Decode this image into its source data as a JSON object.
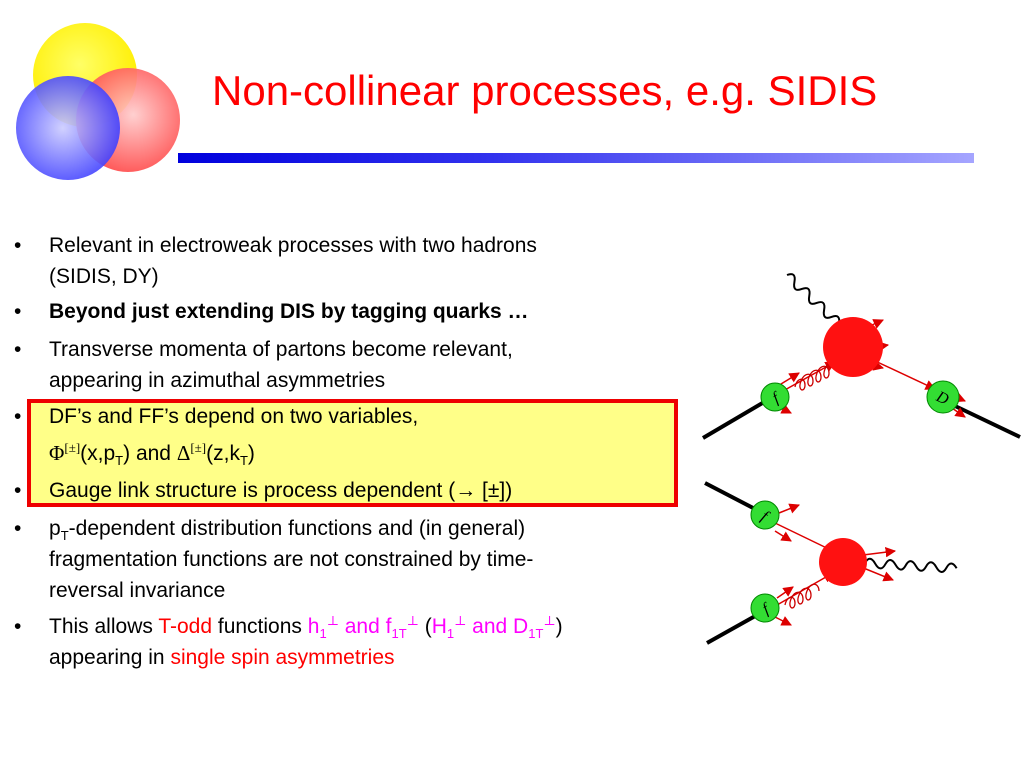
{
  "title": "Non-collinear processes, e.g. SIDIS",
  "bullet_symbol": "•",
  "b1": {
    "line1": "Relevant in electroweak processes with two hadrons",
    "line2": "(SIDIS, DY)"
  },
  "b2": {
    "text": "Beyond just extending DIS by tagging quarks …"
  },
  "b3": {
    "line1": "Transverse momenta of partons become relevant,",
    "line2": "appearing in azimuthal asymmetries"
  },
  "b4": {
    "line1": "DF’s and FF’s depend on two variables,",
    "phi": "Φ",
    "sup_pm": "[±]",
    "args1": "(x,p",
    "sub_T": "T",
    "and": ") and ",
    "delta": "Δ",
    "args2": "(z,k",
    "close": ")"
  },
  "b5": {
    "text": "Gauge link structure is process dependent (",
    "arrow": "→",
    "bracket": " [±])"
  },
  "b6": {
    "p": "p",
    "sub_T": "T",
    "line1": "-dependent distribution functions and (in general)",
    "line2": "fragmentation functions are not constrained by time-",
    "line3": "reversal invariance"
  },
  "b7": {
    "this_allows": "This allows ",
    "t_odd": "T-odd",
    "functions": " functions ",
    "h": "h",
    "sub1": "1",
    "perp": "⊥",
    "and_f": " and f",
    "sub1T": "1T",
    "open": "  (",
    "H": "H",
    "and_D": " and D",
    "close": ")",
    "appearing": "appearing in ",
    "ssa": "single spin asymmetries"
  },
  "diagram": {
    "f_label": "f",
    "d_label": "D"
  },
  "colors": {
    "title": "#ff0000",
    "accent_red": "#ff0000",
    "magenta": "#ff00ff",
    "highlight_fill": "#ffff88",
    "highlight_border": "#ee0000",
    "blob": "#ff1111",
    "vertex_green": "#33dd33"
  }
}
